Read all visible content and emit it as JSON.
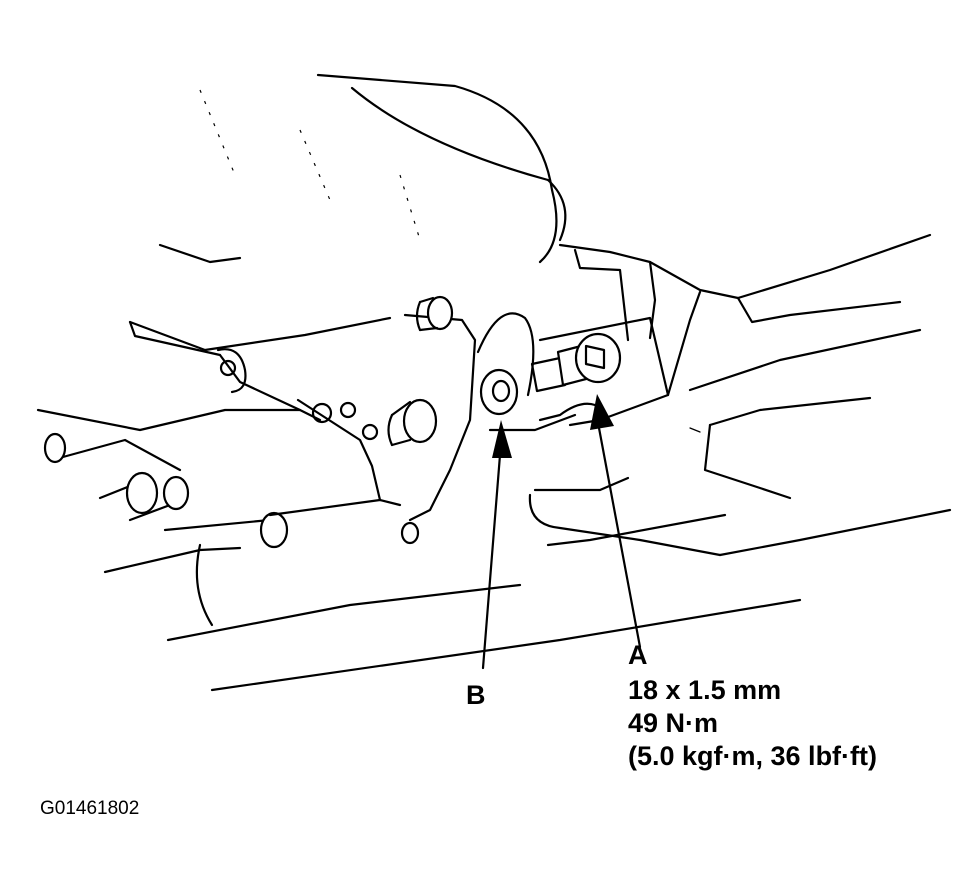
{
  "figure": {
    "id": "G01461802",
    "callouts": {
      "a": {
        "letter": "A",
        "specs": [
          "18 x 1.5 mm",
          "49 N·m",
          "(5.0 kgf·m, 36 lbf·ft)"
        ]
      },
      "b": {
        "letter": "B"
      }
    }
  }
}
